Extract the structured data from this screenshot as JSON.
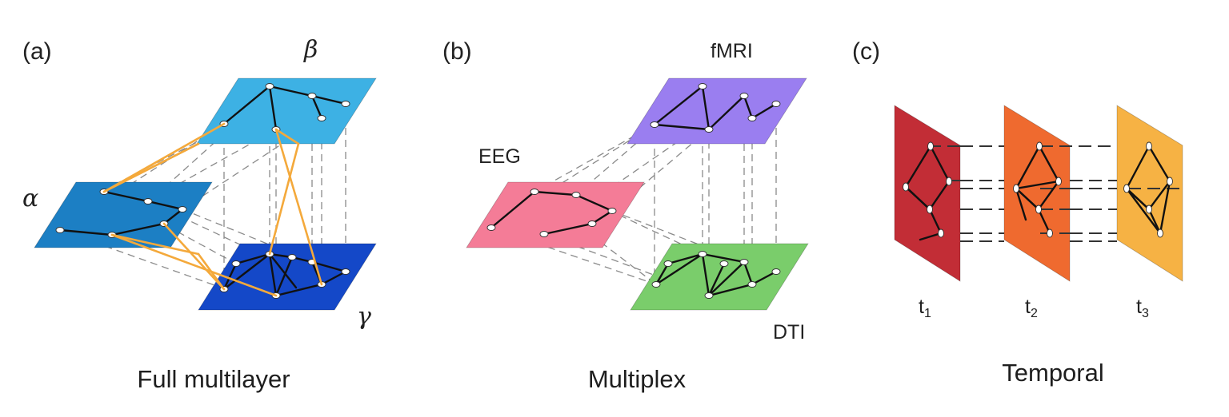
{
  "panels": [
    {
      "id": "a",
      "letter": "(a)",
      "caption": "Full multilayer",
      "layers": [
        {
          "label": "β",
          "color": "#3db1e4"
        },
        {
          "label": "α",
          "color": "#1c7fc4"
        },
        {
          "label": "γ",
          "color": "#1448c8"
        }
      ],
      "interlayer_color": "#f4a93b"
    },
    {
      "id": "b",
      "letter": "(b)",
      "caption": "Multiplex",
      "layers": [
        {
          "label": "fMRI",
          "color": "#9a7ef0"
        },
        {
          "label": "EEG",
          "color": "#f47c97"
        },
        {
          "label": "DTI",
          "color": "#7acd6b"
        }
      ]
    },
    {
      "id": "c",
      "letter": "(c)",
      "caption": "Temporal",
      "layers": [
        {
          "label": "t",
          "sub": "1",
          "color": "#c22d36"
        },
        {
          "label": "t",
          "sub": "2",
          "color": "#ef6a2f"
        },
        {
          "label": "t",
          "sub": "3",
          "color": "#f6b244"
        }
      ]
    }
  ]
}
